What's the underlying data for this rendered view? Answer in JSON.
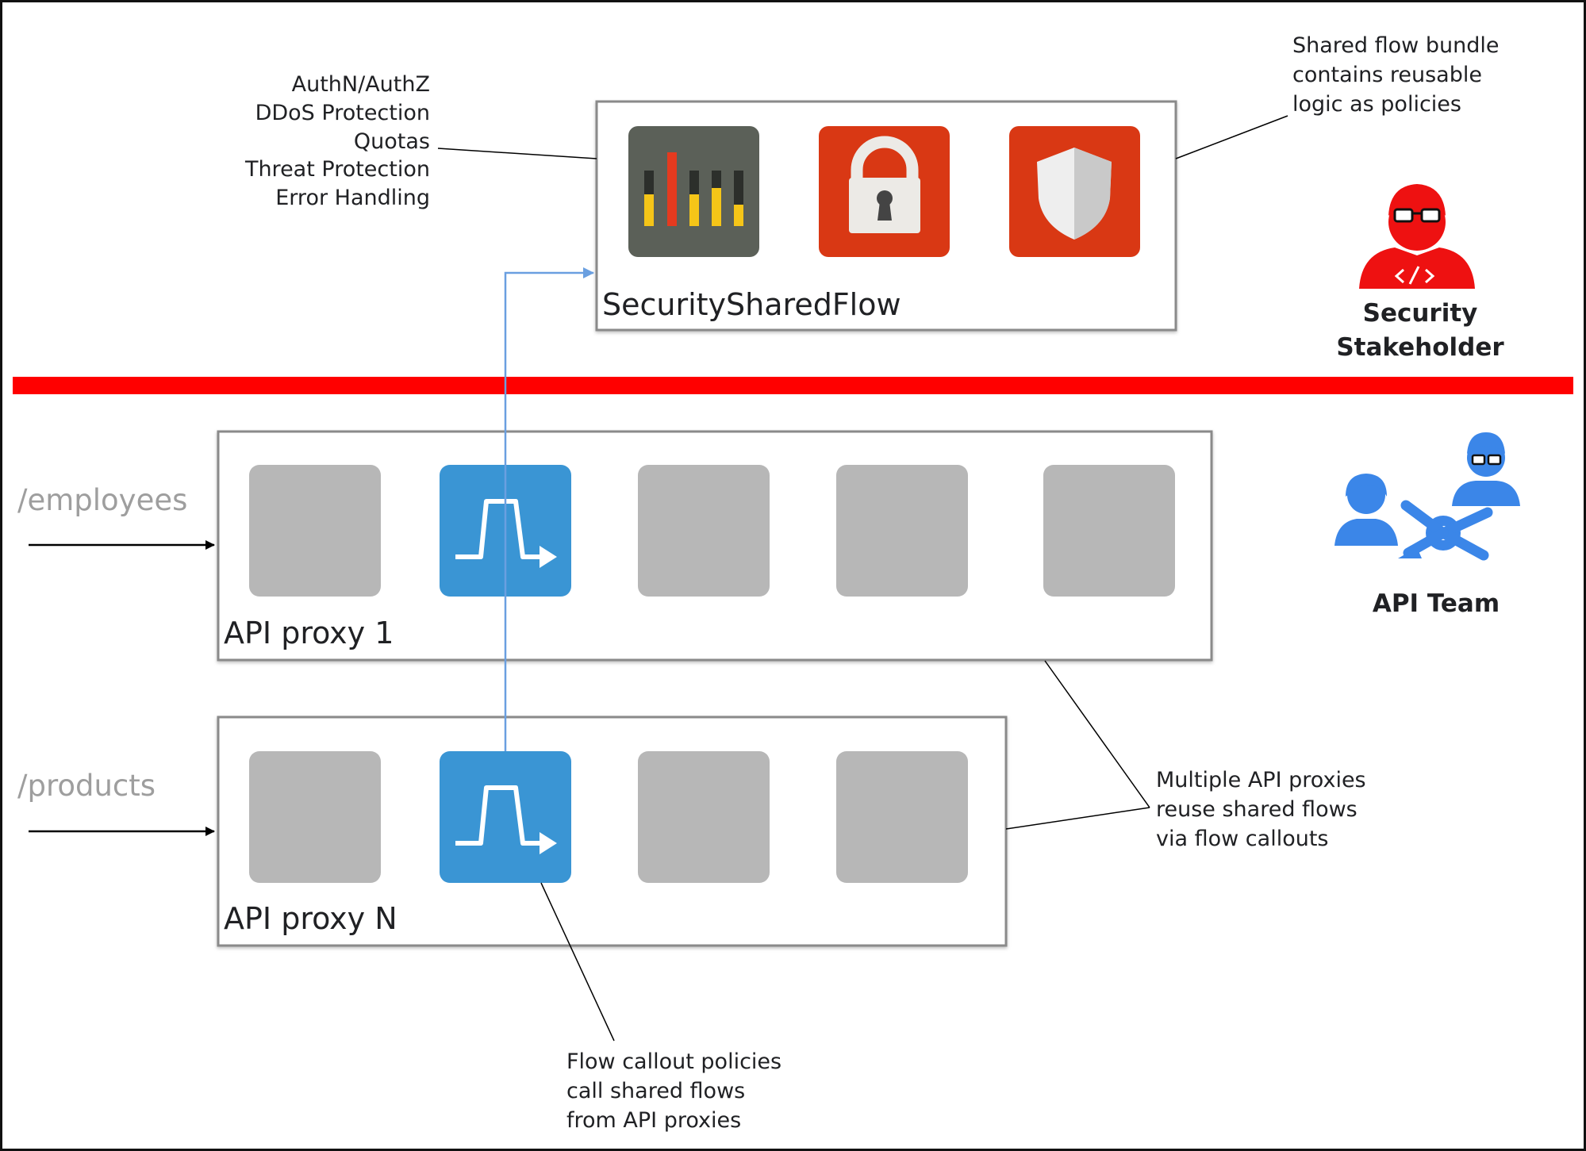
{
  "shared_flow": {
    "title": "SecuritySharedFlow",
    "policy_icons": [
      "bar-chart-icon",
      "lock-icon",
      "shield-icon"
    ],
    "features": [
      "AuthN/AuthZ",
      "DDoS Protection",
      "Quotas",
      "Threat Protection",
      "Error Handling"
    ],
    "bundle_note": [
      "Shared flow bundle",
      "contains reusable",
      "logic as policies"
    ]
  },
  "security_stakeholder": {
    "label_line1": "Security",
    "label_line2": "Stakeholder",
    "icon": "developer-avatar-icon"
  },
  "divider_color": "#ff0000",
  "proxies": [
    {
      "title": "API proxy 1",
      "route": "/employees",
      "step_icons": [
        "policy-step",
        "flow-callout-icon",
        "policy-step",
        "policy-step",
        "policy-step"
      ]
    },
    {
      "title": "API proxy N",
      "route": "/products",
      "step_icons": [
        "policy-step",
        "flow-callout-icon",
        "policy-step",
        "policy-step"
      ]
    }
  ],
  "api_team": {
    "label": "API Team",
    "icon": "team-icon"
  },
  "reuse_note": [
    "Multiple API proxies",
    "reuse shared flows",
    "via flow callouts"
  ],
  "callout_note": [
    "Flow callout policies",
    "call shared flows",
    "from API proxies"
  ],
  "colors": {
    "accent_blue": "#3a95d4",
    "connector_blue": "#6a9fe0",
    "policy_red": "#d93814",
    "chart_dark": "#5b6058",
    "chart_yellow": "#f5c518",
    "stakeholder_red": "#ee1111",
    "team_blue": "#3b86e8",
    "step_gray": "#b7b7b7"
  }
}
